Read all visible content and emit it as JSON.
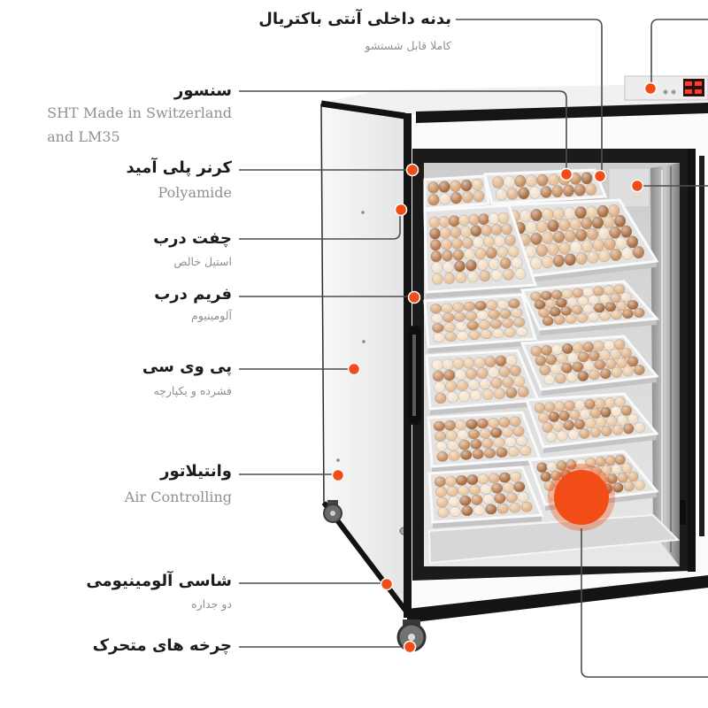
{
  "callouts": {
    "inner_body": {
      "title": "بدنه داخلی آنتی باکتریال",
      "subtitle": "کاملا قابل شستشو"
    },
    "sensor": {
      "title": "سنسور",
      "subtitle_lines": [
        "SHT Made in Switzerland",
        "and LM35"
      ]
    },
    "corner": {
      "title": "کرنر پلی آمید",
      "subtitle": "Polyamide"
    },
    "door_latch": {
      "title": "چفت درب",
      "subtitle": "استیل خالص"
    },
    "door_frame": {
      "title": "فریم درب",
      "subtitle": "آلومینیوم"
    },
    "pvc": {
      "title": "پی وی سی",
      "subtitle": "فشرده و یکپارچه"
    },
    "ventilator": {
      "title": "وانتیلاتور",
      "subtitle": "Air Controlling"
    },
    "chassis": {
      "title": "شاسی آلومینیومی",
      "subtitle": "دو جداره"
    },
    "wheels": {
      "title": "چرخه های متحرک"
    }
  },
  "colors": {
    "accent": "#f24c17",
    "leader_line": "#4d4d4d",
    "title_text": "#1c1c1c",
    "subtitle_text": "#8f8f8f",
    "cabinet_frame": "#141414",
    "egg_tones": [
      "#e9c9a3",
      "#d8a679",
      "#c68d5d",
      "#f0dcc3",
      "#b97a4b",
      "#ddb189",
      "#e6bc93",
      "#a96c3e",
      "#f3e2cc"
    ]
  }
}
